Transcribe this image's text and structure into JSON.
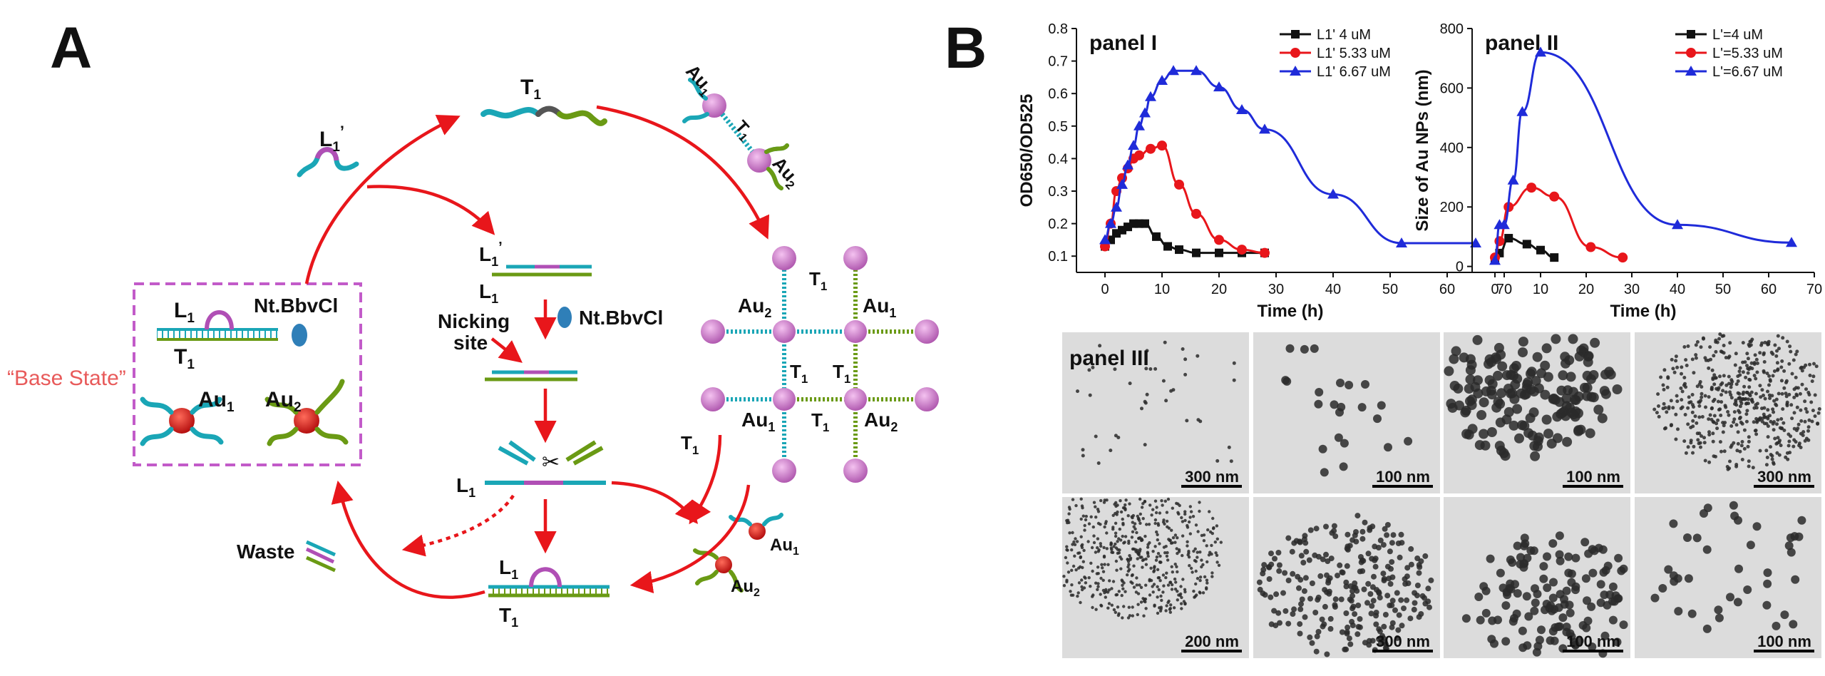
{
  "panel_a": {
    "letter": "A",
    "base_state": "“Base State”",
    "labels": {
      "L1": "L",
      "L1prime": "L",
      "T1": "T",
      "Au1": "Au",
      "Au2": "Au",
      "sub1": "1",
      "sub2": "2",
      "prime": "’",
      "enzyme": "Nt.BbvCl",
      "nicking_line1": "Nicking",
      "nicking_line2": "site",
      "waste": "Waste"
    },
    "colors": {
      "arrow": "#e8161b",
      "box": "#c25bc9",
      "cyan": "#1aa6b6",
      "green": "#6a9a14",
      "magenta": "#b04fb5",
      "gold": "#e23a2a",
      "pink": "#d98ad6"
    }
  },
  "panel_b": {
    "letter": "B",
    "panel_i_title": "panel I",
    "panel_ii_title": "panel II",
    "panel_iii_title": "panel III",
    "scale_bars": [
      "300 nm",
      "100 nm",
      "100 nm",
      "300 nm",
      "200 nm",
      "300 nm",
      "100 nm",
      "100 nm"
    ]
  },
  "chart_data": [
    {
      "type": "line",
      "title": "panel I",
      "xlabel": "Time (h)",
      "ylabel": "OD650/OD525",
      "xlim": [
        -5,
        70
      ],
      "ylim": [
        0.05,
        0.8
      ],
      "xticks": [
        0,
        10,
        20,
        30,
        40,
        50,
        60,
        70
      ],
      "yticks": [
        0.1,
        0.2,
        0.3,
        0.4,
        0.5,
        0.6,
        0.7,
        0.8
      ],
      "legend_position": "top-right",
      "series": [
        {
          "name": "L1' 4 uM",
          "color": "#111111",
          "marker": "square",
          "points": [
            [
              0,
              0.13
            ],
            [
              1,
              0.15
            ],
            [
              2,
              0.17
            ],
            [
              3,
              0.18
            ],
            [
              4,
              0.19
            ],
            [
              5,
              0.2
            ],
            [
              6,
              0.2
            ],
            [
              7,
              0.2
            ],
            [
              9,
              0.16
            ],
            [
              11,
              0.13
            ],
            [
              13,
              0.12
            ],
            [
              16,
              0.11
            ],
            [
              20,
              0.11
            ],
            [
              24,
              0.11
            ],
            [
              28,
              0.11
            ]
          ]
        },
        {
          "name": "L1' 5.33 uM",
          "color": "#e8161b",
          "marker": "circle",
          "points": [
            [
              0,
              0.13
            ],
            [
              1,
              0.2
            ],
            [
              2,
              0.3
            ],
            [
              3,
              0.34
            ],
            [
              4,
              0.37
            ],
            [
              5,
              0.4
            ],
            [
              6,
              0.41
            ],
            [
              8,
              0.43
            ],
            [
              10,
              0.44
            ],
            [
              13,
              0.32
            ],
            [
              16,
              0.23
            ],
            [
              20,
              0.15
            ],
            [
              24,
              0.12
            ],
            [
              28,
              0.11
            ]
          ]
        },
        {
          "name": "L1' 6.67 uM",
          "color": "#1f2bd9",
          "marker": "triangle",
          "points": [
            [
              0,
              0.15
            ],
            [
              1,
              0.2
            ],
            [
              2,
              0.25
            ],
            [
              3,
              0.32
            ],
            [
              4,
              0.38
            ],
            [
              5,
              0.44
            ],
            [
              6,
              0.5
            ],
            [
              7,
              0.54
            ],
            [
              8,
              0.59
            ],
            [
              10,
              0.64
            ],
            [
              12,
              0.67
            ],
            [
              16,
              0.67
            ],
            [
              20,
              0.62
            ],
            [
              24,
              0.55
            ],
            [
              28,
              0.49
            ],
            [
              40,
              0.29
            ],
            [
              52,
              0.14
            ],
            [
              65,
              0.14
            ]
          ]
        }
      ]
    },
    {
      "type": "line",
      "title": "panel II",
      "xlabel": "Time (h)",
      "ylabel": "Size of Au NPs (nm)",
      "xlim": [
        -5,
        70
      ],
      "ylim": [
        -20,
        800
      ],
      "xticks": [
        0,
        10,
        20,
        30,
        40,
        50,
        60,
        70
      ],
      "yticks": [
        0,
        200,
        400,
        600,
        800
      ],
      "legend_position": "top-right",
      "series": [
        {
          "name": "L'=4 uM",
          "color": "#111111",
          "marker": "square",
          "points": [
            [
              0,
              25
            ],
            [
              1,
              45
            ],
            [
              3,
              95
            ],
            [
              7,
              75
            ],
            [
              10,
              55
            ],
            [
              13,
              30
            ]
          ]
        },
        {
          "name": "L'=5.33 uM",
          "color": "#e8161b",
          "marker": "circle",
          "points": [
            [
              0,
              30
            ],
            [
              1,
              85
            ],
            [
              3,
              200
            ],
            [
              8,
              265
            ],
            [
              13,
              235
            ],
            [
              21,
              65
            ],
            [
              28,
              30
            ]
          ]
        },
        {
          "name": "L'=6.67 uM",
          "color": "#1f2bd9",
          "marker": "triangle",
          "points": [
            [
              0,
              20
            ],
            [
              1,
              140
            ],
            [
              2,
              140
            ],
            [
              4,
              290
            ],
            [
              6,
              520
            ],
            [
              10,
              720
            ],
            [
              40,
              140
            ],
            [
              65,
              80
            ]
          ]
        }
      ]
    }
  ]
}
